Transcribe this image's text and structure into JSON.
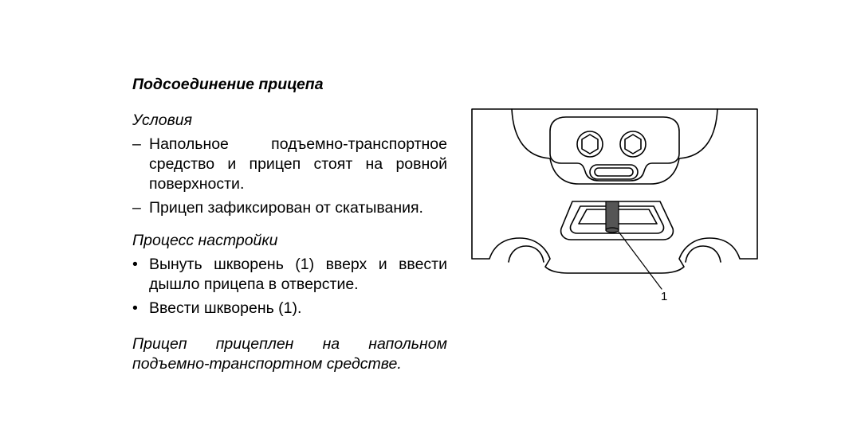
{
  "document": {
    "title": "Подсоединение прицепа",
    "conditions": {
      "heading": "Условия",
      "marker": "–",
      "items": [
        "Напольное подъемно-транспортное средство и прицеп стоят на ровной поверхности.",
        "Прицеп зафиксирован от скатывания."
      ]
    },
    "process": {
      "heading": "Процесс настройки",
      "marker": "•",
      "items": [
        "Вынуть шкворень (1) вверх и ввести дышло прицепа в отверстие.",
        "Ввести шкворень (1)."
      ]
    },
    "result": {
      "line1": "Прицеп прицеплен на напольном",
      "line2": "подъемно-транспортном средстве."
    }
  },
  "figure": {
    "callout_label": "1"
  }
}
